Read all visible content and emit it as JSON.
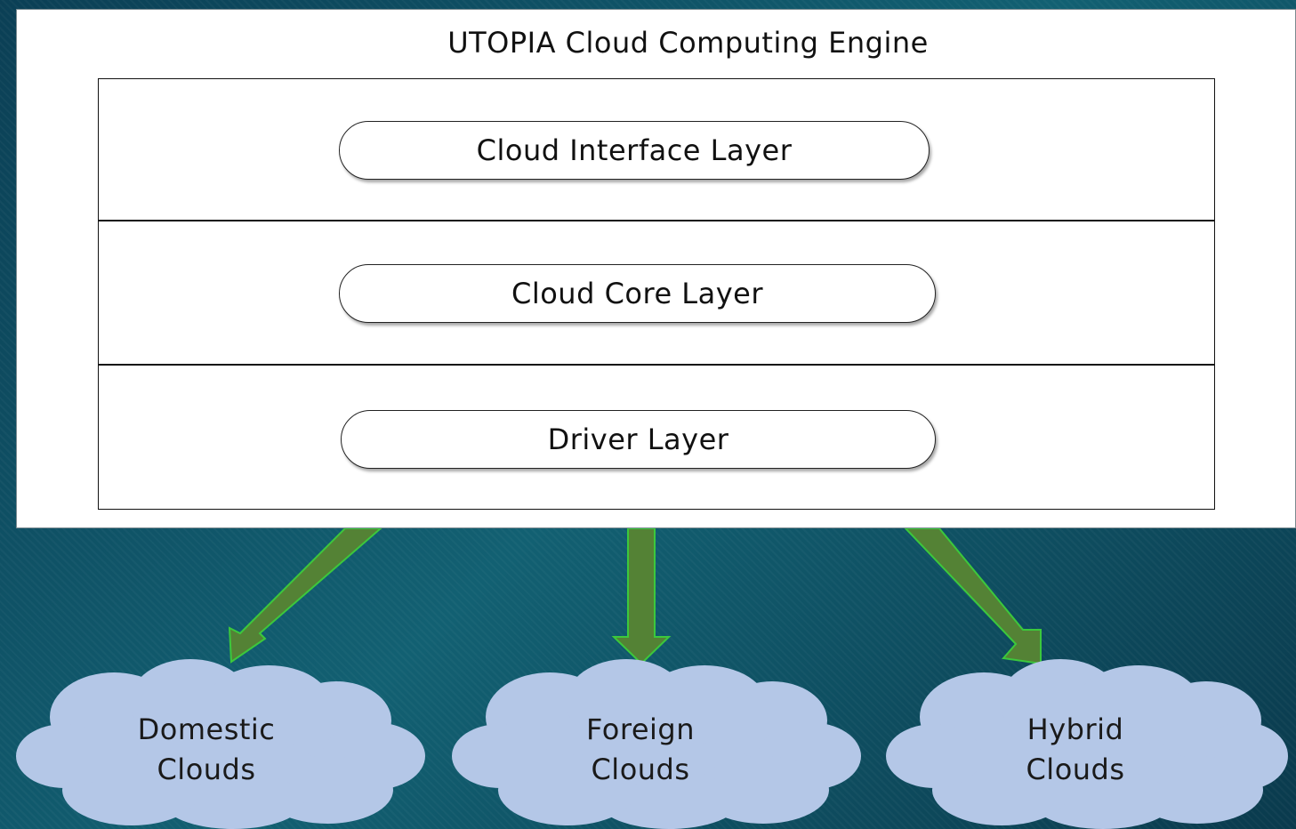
{
  "engine": {
    "title": "UTOPIA Cloud Computing Engine"
  },
  "layers": [
    {
      "label": "Cloud Interface Layer"
    },
    {
      "label": "Cloud Core Layer"
    },
    {
      "label": "Driver Layer"
    }
  ],
  "clouds": [
    {
      "line1": "Domestic",
      "line2": "Clouds"
    },
    {
      "line1": "Foreign",
      "line2": "Clouds"
    },
    {
      "line1": "Hybrid",
      "line2": "Clouds"
    }
  ],
  "colors": {
    "background": "#0e4a5c",
    "arrow_fill": "#548235",
    "arrow_edge": "#3cc83c",
    "cloud_fill": "#b4c7e7"
  }
}
